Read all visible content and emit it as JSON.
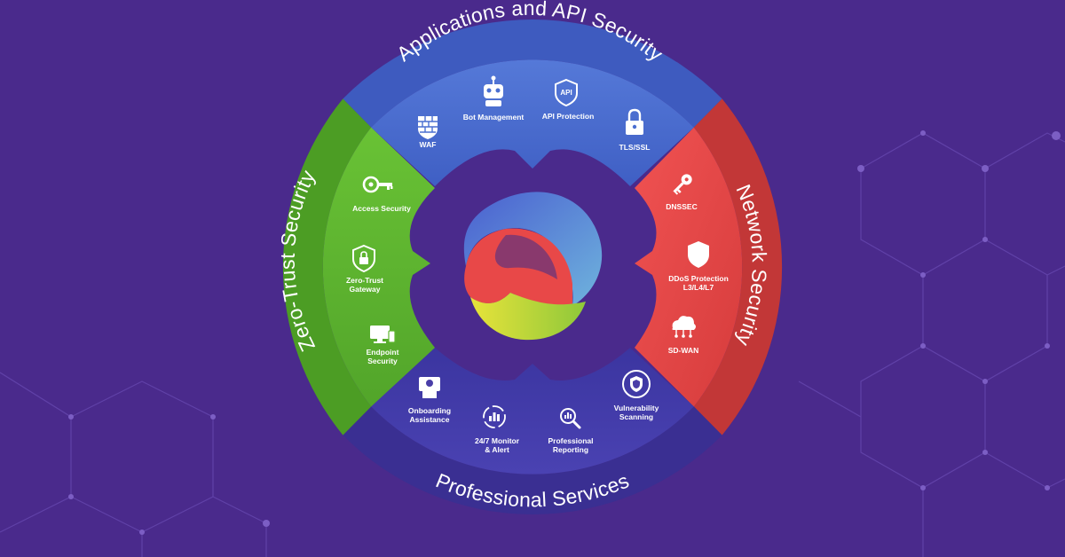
{
  "diagram": {
    "sections": [
      {
        "title": "Applications and API Security",
        "color": "#4a6fd1",
        "items": [
          {
            "icon": "firewall-icon",
            "lines": [
              "WAF"
            ]
          },
          {
            "icon": "robot-icon",
            "lines": [
              "Bot Management"
            ]
          },
          {
            "icon": "api-shield-icon",
            "lines": [
              "API Protection"
            ]
          },
          {
            "icon": "lock-icon",
            "lines": [
              "TLS/SSL"
            ]
          }
        ]
      },
      {
        "title": "Network Security",
        "color": "#e54a4a",
        "items": [
          {
            "icon": "key-icon",
            "lines": [
              "DNSSEC"
            ]
          },
          {
            "icon": "shield-icon",
            "lines": [
              "DDoS Protection",
              "L3/L4/L7"
            ]
          },
          {
            "icon": "cloud-network-icon",
            "lines": [
              "SD-WAN"
            ]
          }
        ]
      },
      {
        "title": "Professional Services",
        "color": "#4a3ea8",
        "items": [
          {
            "icon": "support-agent-icon",
            "lines": [
              "Onboarding",
              "Assistance"
            ]
          },
          {
            "icon": "monitor-alert-icon",
            "lines": [
              "24/7 Monitor",
              "& Alert"
            ]
          },
          {
            "icon": "report-magnifier-icon",
            "lines": [
              "Professional",
              "Reporting"
            ]
          },
          {
            "icon": "vulnerability-shield-icon",
            "lines": [
              "Vulnerability",
              "Scanning"
            ]
          }
        ]
      },
      {
        "title": "Zero-Trust Security",
        "color": "#5fb830",
        "items": [
          {
            "icon": "access-key-icon",
            "lines": [
              "Access Security"
            ]
          },
          {
            "icon": "gateway-shield-icon",
            "lines": [
              "Zero-Trust",
              "Gateway"
            ]
          },
          {
            "icon": "endpoint-devices-icon",
            "lines": [
              "Endpoint",
              "Security"
            ]
          }
        ]
      }
    ]
  }
}
